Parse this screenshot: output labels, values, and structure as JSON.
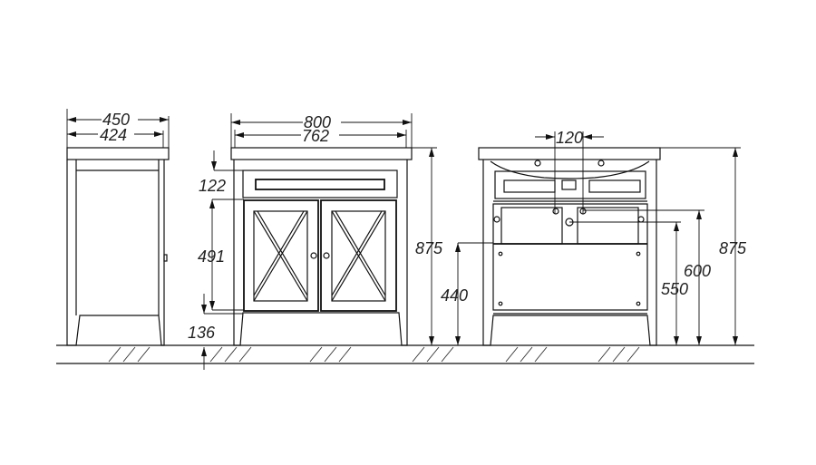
{
  "side_view": {
    "width_overall": "450",
    "width_body": "424"
  },
  "front_view": {
    "width_overall": "800",
    "width_body": "762",
    "drawer_height": "122",
    "door_height": "491",
    "leg_clearance": "136",
    "total_height": "875"
  },
  "rear_view": {
    "drain_height": "440",
    "tap_spacing": "120",
    "total_height": "875",
    "water_inlet_height": "600",
    "drain_outlet_height": "550"
  }
}
